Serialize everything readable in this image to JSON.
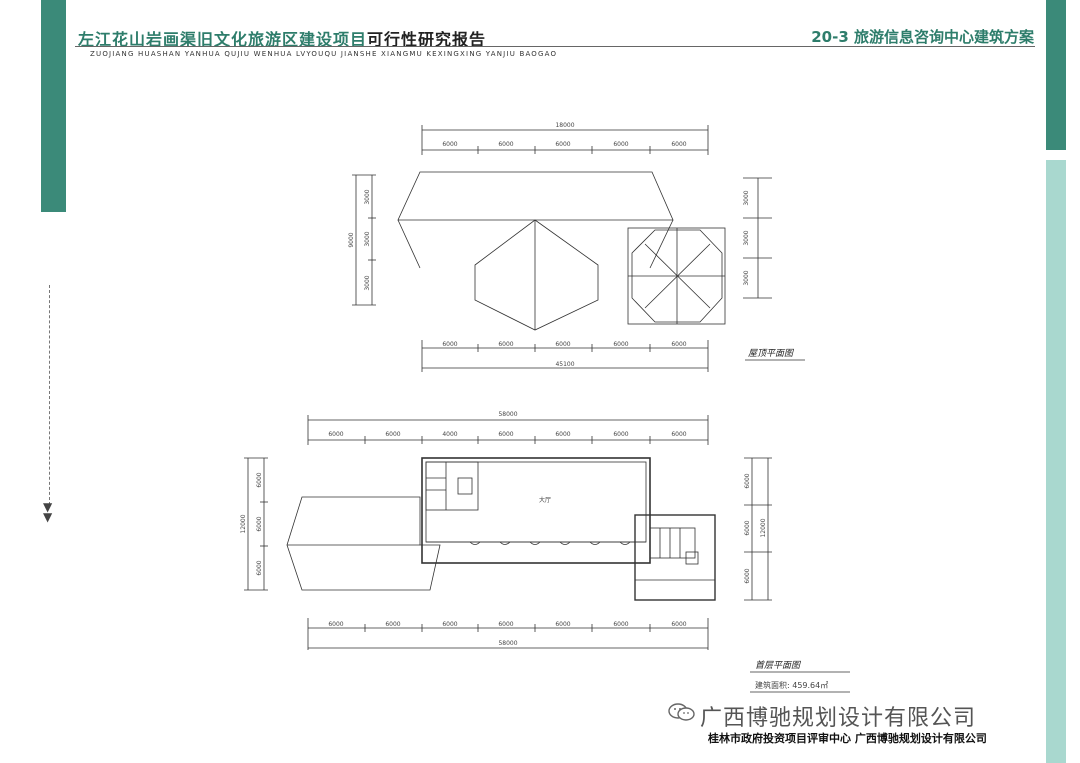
{
  "header": {
    "title_part1": "左江花山岩画渠旧文化旅游区建设项目",
    "title_part2": "可行性研究报告",
    "subtitle": "ZUOJIANG HUASHAN YANHUA QUJIU WENHUA LVYOUQU JIANSHE XIANGMU KEXINGXING YANJIU BAOGAO",
    "section_title": "20-3 旅游信息咨询中心建筑方案"
  },
  "roof_plan": {
    "label": "屋顶平面图",
    "total_top": "18000",
    "top_dims": [
      "6000",
      "6000",
      "6000",
      "6000",
      "6000"
    ],
    "left_total": "9000",
    "left_dims": [
      "3000",
      "3000",
      "3000"
    ],
    "right_dims": [
      "3000",
      "3000",
      "3000"
    ],
    "bottom_dims": [
      "6000",
      "6000",
      "6000",
      "6000",
      "6000"
    ],
    "bottom_total": "45100"
  },
  "floor_plan": {
    "label": "首层平面图",
    "area_note": "建筑面积: 459.64㎡",
    "room_label": "大厅",
    "total_top": "58000",
    "top_dims": [
      "6000",
      "6000",
      "4000",
      "6000",
      "6000",
      "6000",
      "6000"
    ],
    "left_total": "12000",
    "left_dims": [
      "6000",
      "6000",
      "6000"
    ],
    "right_total": "12000",
    "right_dims": [
      "6000",
      "6000",
      "6000"
    ],
    "bottom_dims": [
      "6000",
      "6000",
      "6000",
      "6000",
      "6000",
      "6000",
      "6000"
    ],
    "bottom_total": "58000"
  },
  "watermark": "广西博驰规划设计有限公司",
  "footer": "桂林市政府投资项目评审中心 广西博驰规划设计有限公司",
  "colors": {
    "accent_dark": "#3b8a79",
    "accent_light": "#a9d8cf",
    "title_green": "#2e7d6b"
  }
}
